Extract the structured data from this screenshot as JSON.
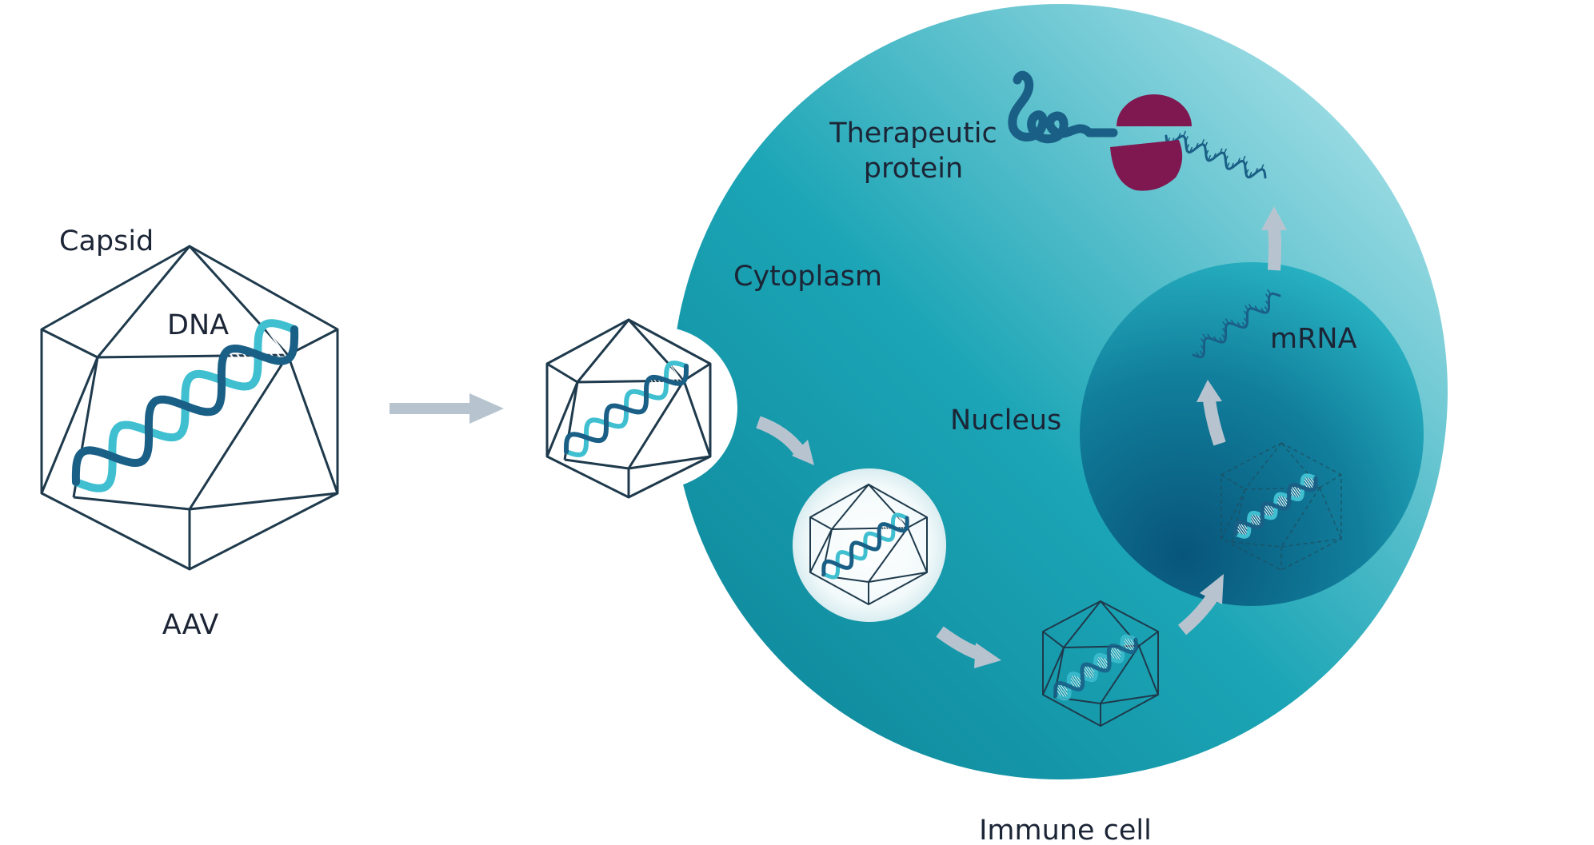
{
  "labels": {
    "capsid": "Capsid",
    "dna": "DNA",
    "aav": "AAV",
    "cytoplasm": "Cytoplasm",
    "nucleus": "Nucleus",
    "mrna": "mRNA",
    "therapeutic_protein_line1": "Therapeutic",
    "therapeutic_protein_line2": "protein",
    "immune_cell": "Immune cell"
  },
  "colors": {
    "cell_dark": "#0c8396",
    "cell_light": "#b4e7ee",
    "nucleus_dark": "#0a5a7a",
    "nucleus_light": "#1fb2c4",
    "dna_dark": "#1a5f86",
    "dna_light": "#3fbfd0",
    "ribosome": "#7f1850",
    "arrow": "#b7c4d0",
    "outline": "#1e3a4c"
  },
  "icons": {
    "capsid": "icosahedron-icon",
    "dna": "double-helix-icon",
    "ribosome": "ribosome-icon",
    "protein": "protein-chain-icon"
  }
}
